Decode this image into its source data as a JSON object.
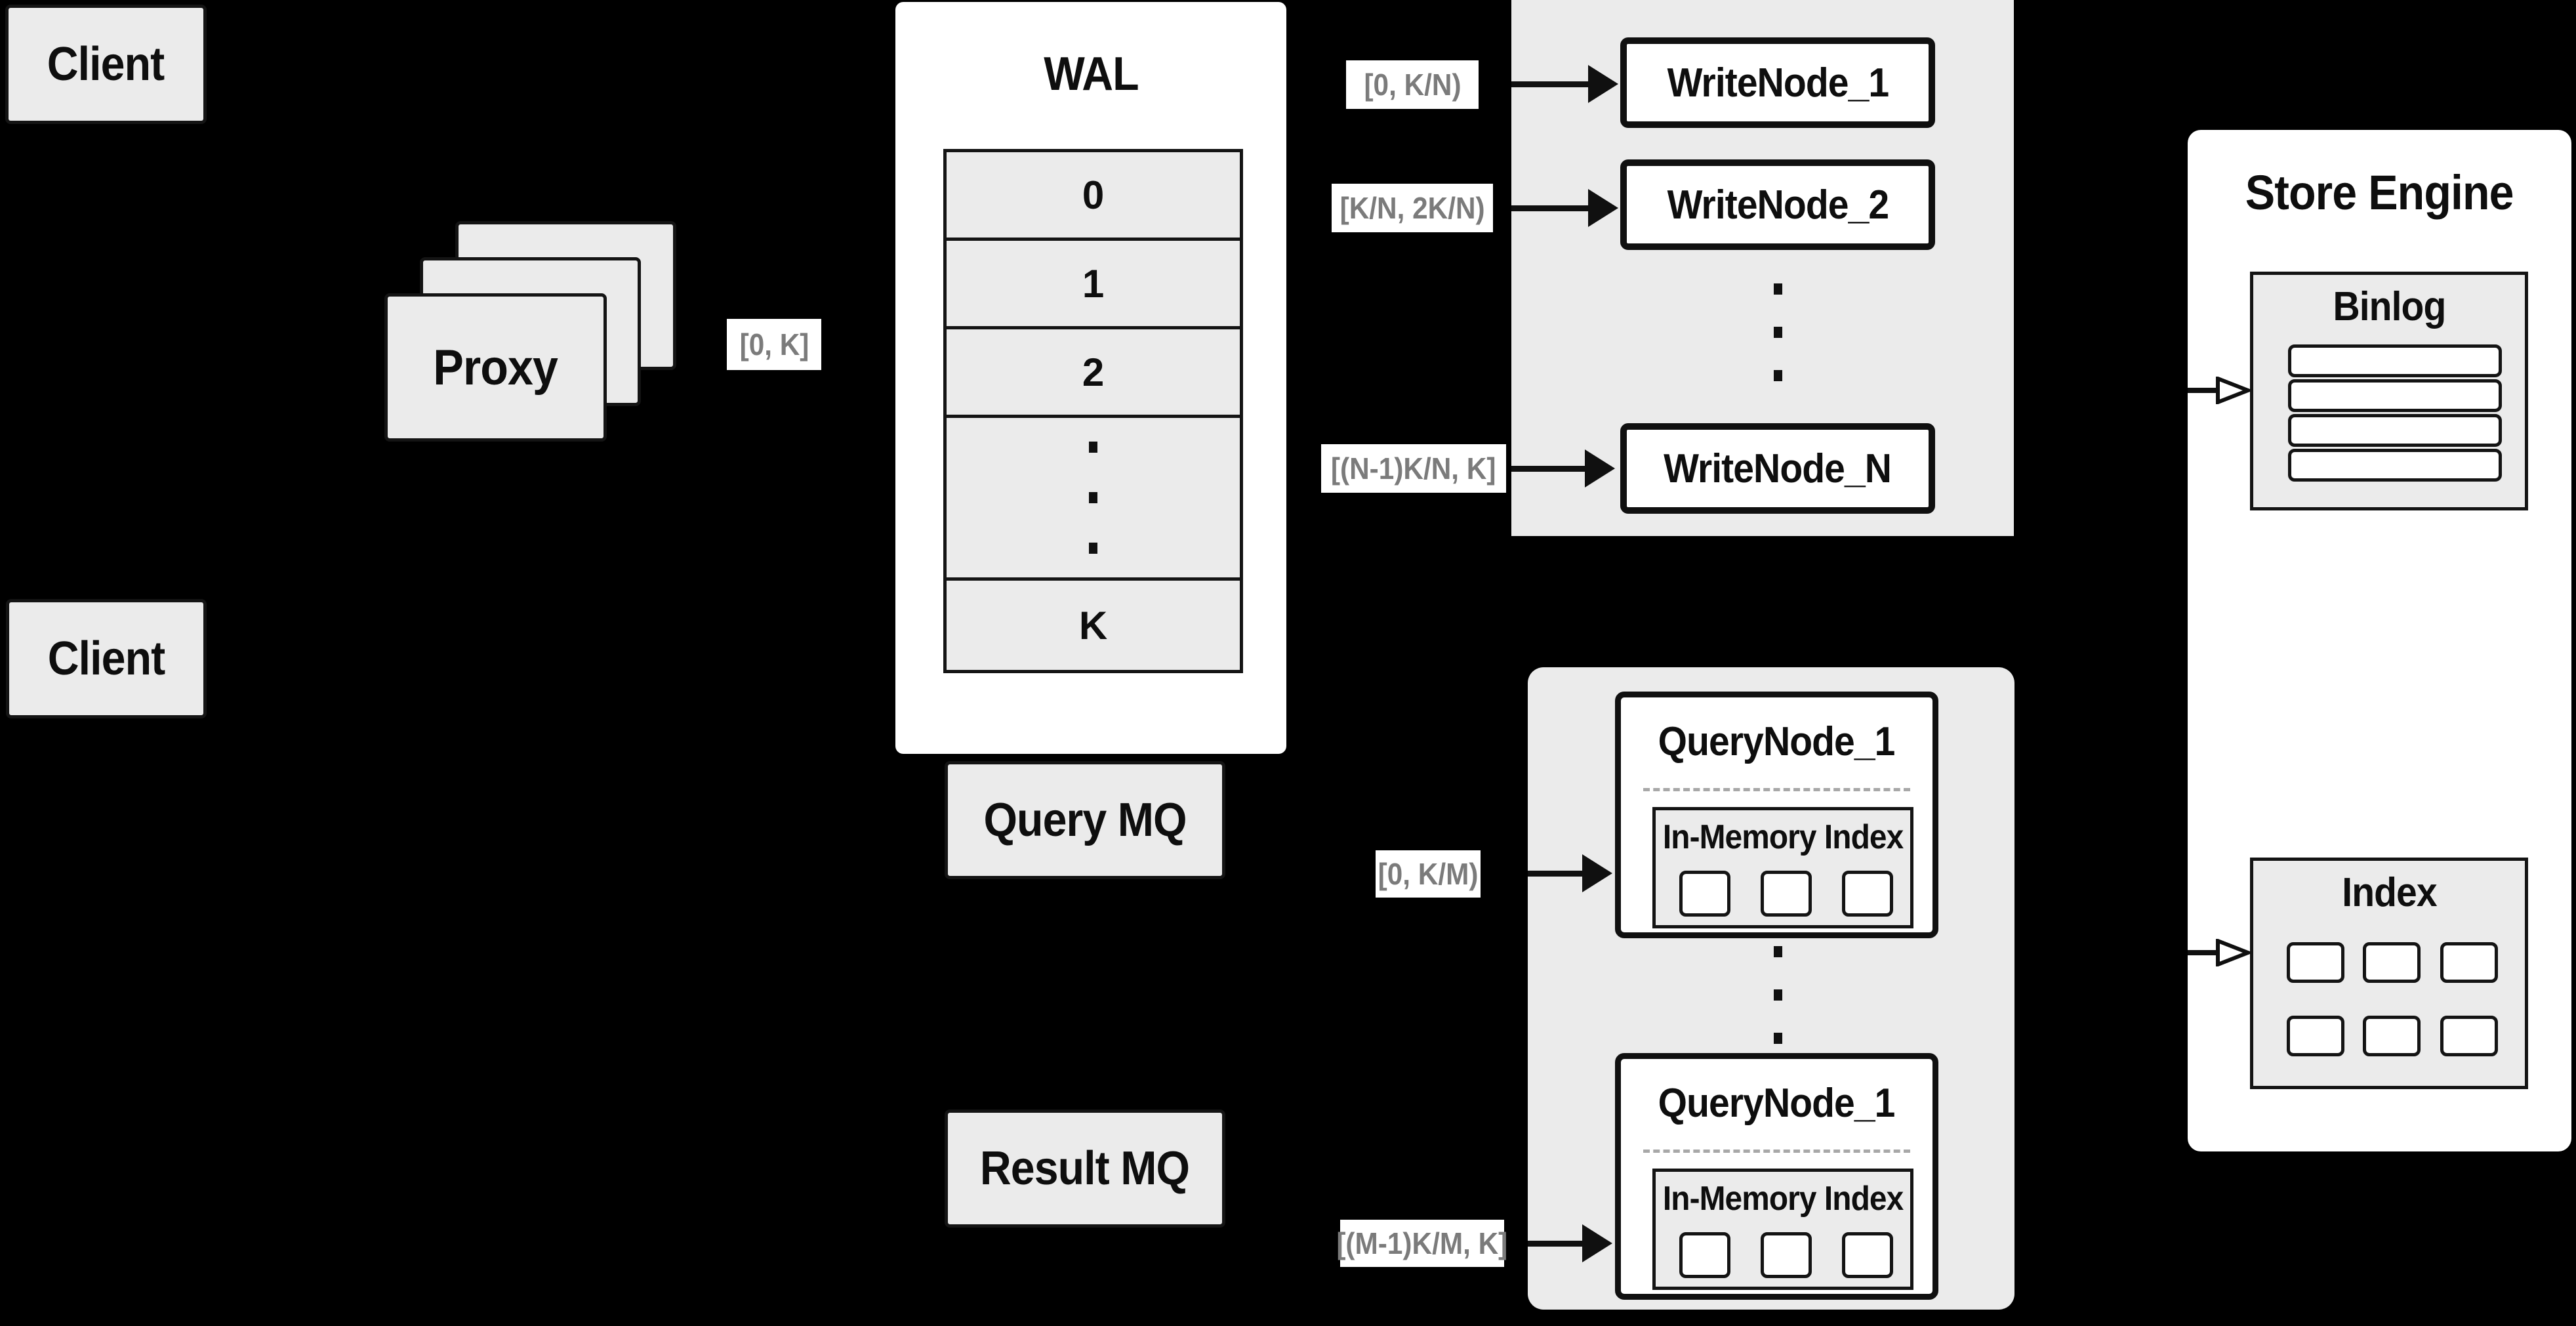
{
  "colors": {
    "background": "#000000",
    "panel_gray": "#ebebeb",
    "box_white": "#ffffff",
    "border_dark": "#111111",
    "interval_text_gray": "#7b7b7b",
    "dashed_separator": "#a8a8a8"
  },
  "clients": {
    "top_label": "Client",
    "bottom_label": "Client"
  },
  "proxy": {
    "label": "Proxy"
  },
  "intervals": {
    "proxy_out": "[0, K]",
    "write_node_1": "[0,  K/N)",
    "write_node_2": "[K/N, 2K/N)",
    "write_node_n": "[(N-1)K/N,  K]",
    "query_node_1": "[0, K/M)",
    "query_node_m": "[(M-1)K/M, K]"
  },
  "wal": {
    "title": "WAL",
    "rows": [
      "0",
      "1",
      "2"
    ],
    "ellipsis": "···",
    "last_row": "K"
  },
  "write_panel": {
    "node_1": "WriteNode_1",
    "node_2": "WriteNode_2",
    "ellipsis": "···",
    "node_n": "WriteNode_N"
  },
  "mq": {
    "query_label": "Query MQ",
    "result_label": "Result MQ"
  },
  "query_panel": {
    "node_top": {
      "title": "QueryNode_1",
      "inner_title": "In-Memory Index"
    },
    "ellipsis": "···",
    "node_bottom": {
      "title": "QueryNode_1",
      "inner_title": "In-Memory Index"
    }
  },
  "store_engine": {
    "title": "Store Engine",
    "binlog": {
      "title": "Binlog"
    },
    "index": {
      "title": "Index"
    }
  }
}
